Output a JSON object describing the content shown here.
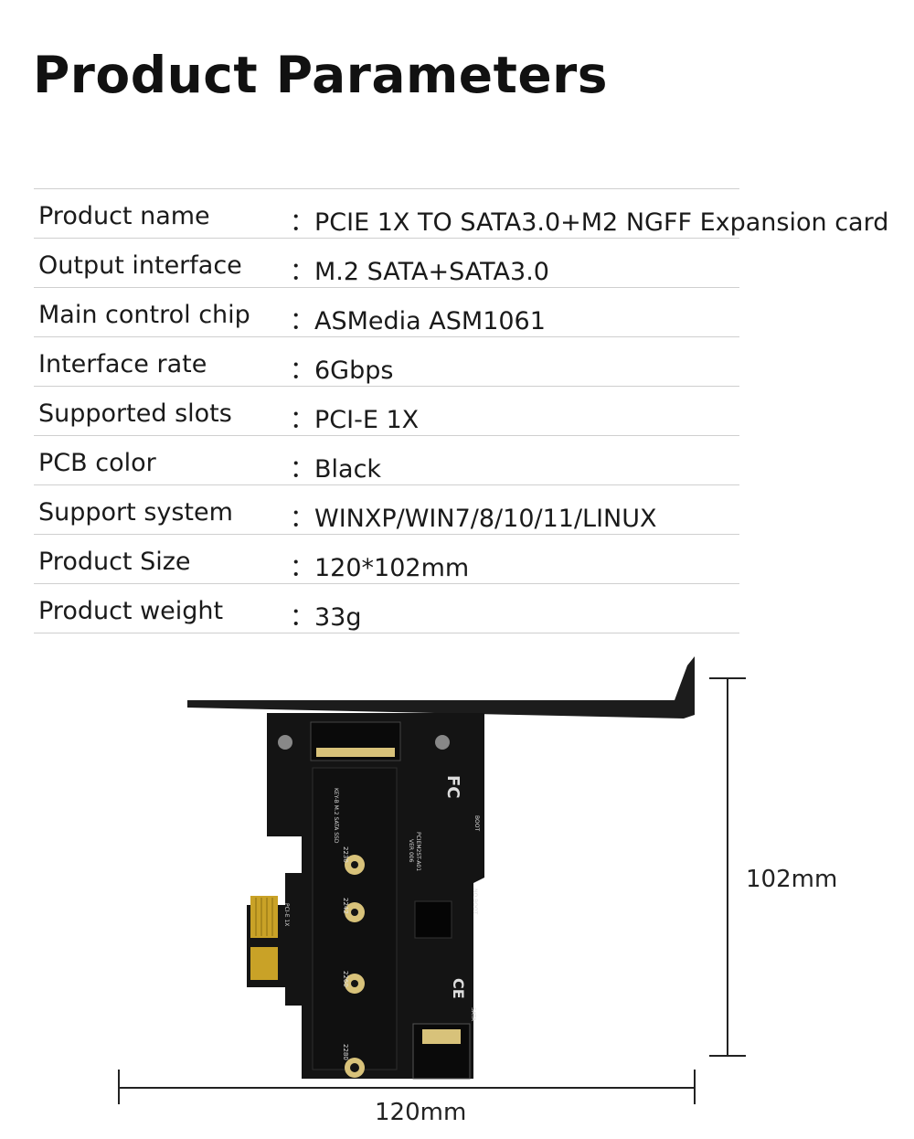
{
  "title": "Product Parameters",
  "parameters": [
    {
      "label": "Product name",
      "value": "PCIE 1X TO SATA3.0+M2 NGFF Expansion card"
    },
    {
      "label": "Output interface",
      "value": "M.2 SATA+SATA3.0"
    },
    {
      "label": "Main control chip",
      "value": "ASMedia ASM1061"
    },
    {
      "label": "Interface rate",
      "value": "6Gbps"
    },
    {
      "label": "Supported slots",
      "value": "PCI-E 1X"
    },
    {
      "label": "PCB color",
      "value": "Black"
    },
    {
      "label": "Support system",
      "value": "WINXP/WIN7/8/10/11/LINUX"
    },
    {
      "label": "Product Size",
      "value": "120*102mm"
    },
    {
      "label": "Product weight",
      "value": "33g"
    }
  ],
  "colon": "：",
  "dimensions": {
    "height": "102mm",
    "width": "120mm"
  },
  "board_marks": {
    "slot_sizes": [
      "2230",
      "2242",
      "2260",
      "2280"
    ],
    "m2_label": "KEY-B M.2 SATA SSD",
    "model": "PCIEM2ST-A01",
    "version": "VER 006",
    "pcie_label": "PCI-E 1X",
    "sata_label": "SATA",
    "boot_label": "BOOT",
    "no_boot_label": "NO BOOT",
    "fcc": "FC",
    "ce": "CE"
  },
  "colors": {
    "pcb": "#141414",
    "bracket": "#1c1c1c",
    "gold": "#c9a227",
    "pad": "#d8c27a"
  }
}
